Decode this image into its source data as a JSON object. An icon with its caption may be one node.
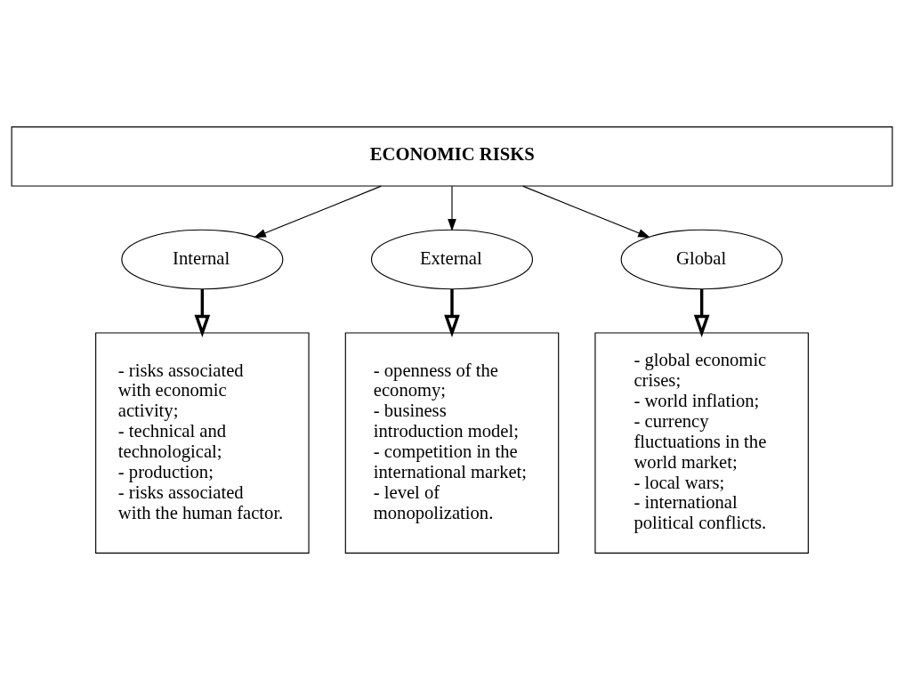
{
  "diagram": {
    "nodes": [
      {
        "text": [
          "ECONOMIC RISKS"
        ]
      },
      {
        "text": [
          "Internal"
        ]
      },
      {
        "text": [
          "External"
        ]
      },
      {
        "text": [
          "Global"
        ]
      },
      {
        "text": [
          "- risks associated with economic activity;",
          "- technical and technological;",
          "- production;",
          "- risks associated with the human factor."
        ]
      },
      {
        "text": [
          "- openness of the economy;",
          "- business introduction model;",
          "- competition in the international market;",
          "- level of monopolization."
        ]
      },
      {
        "text": [
          "- global economic crises;",
          "- world inflation;",
          "- currency fluctuations in the world market;",
          "- local wars;",
          "- international political conflicts."
        ]
      }
    ],
    "edges": [
      {
        "from": 0,
        "to": 1,
        "arrow": "to"
      },
      {
        "from": 0,
        "to": 2,
        "arrow": "to"
      },
      {
        "from": 0,
        "to": 3,
        "arrow": "to"
      },
      {
        "from": 1,
        "to": 4,
        "arrow": "to",
        "style": "thick"
      },
      {
        "from": 2,
        "to": 5,
        "arrow": "to",
        "style": "thick"
      },
      {
        "from": 3,
        "to": 6,
        "arrow": "to",
        "style": "thick"
      }
    ]
  }
}
